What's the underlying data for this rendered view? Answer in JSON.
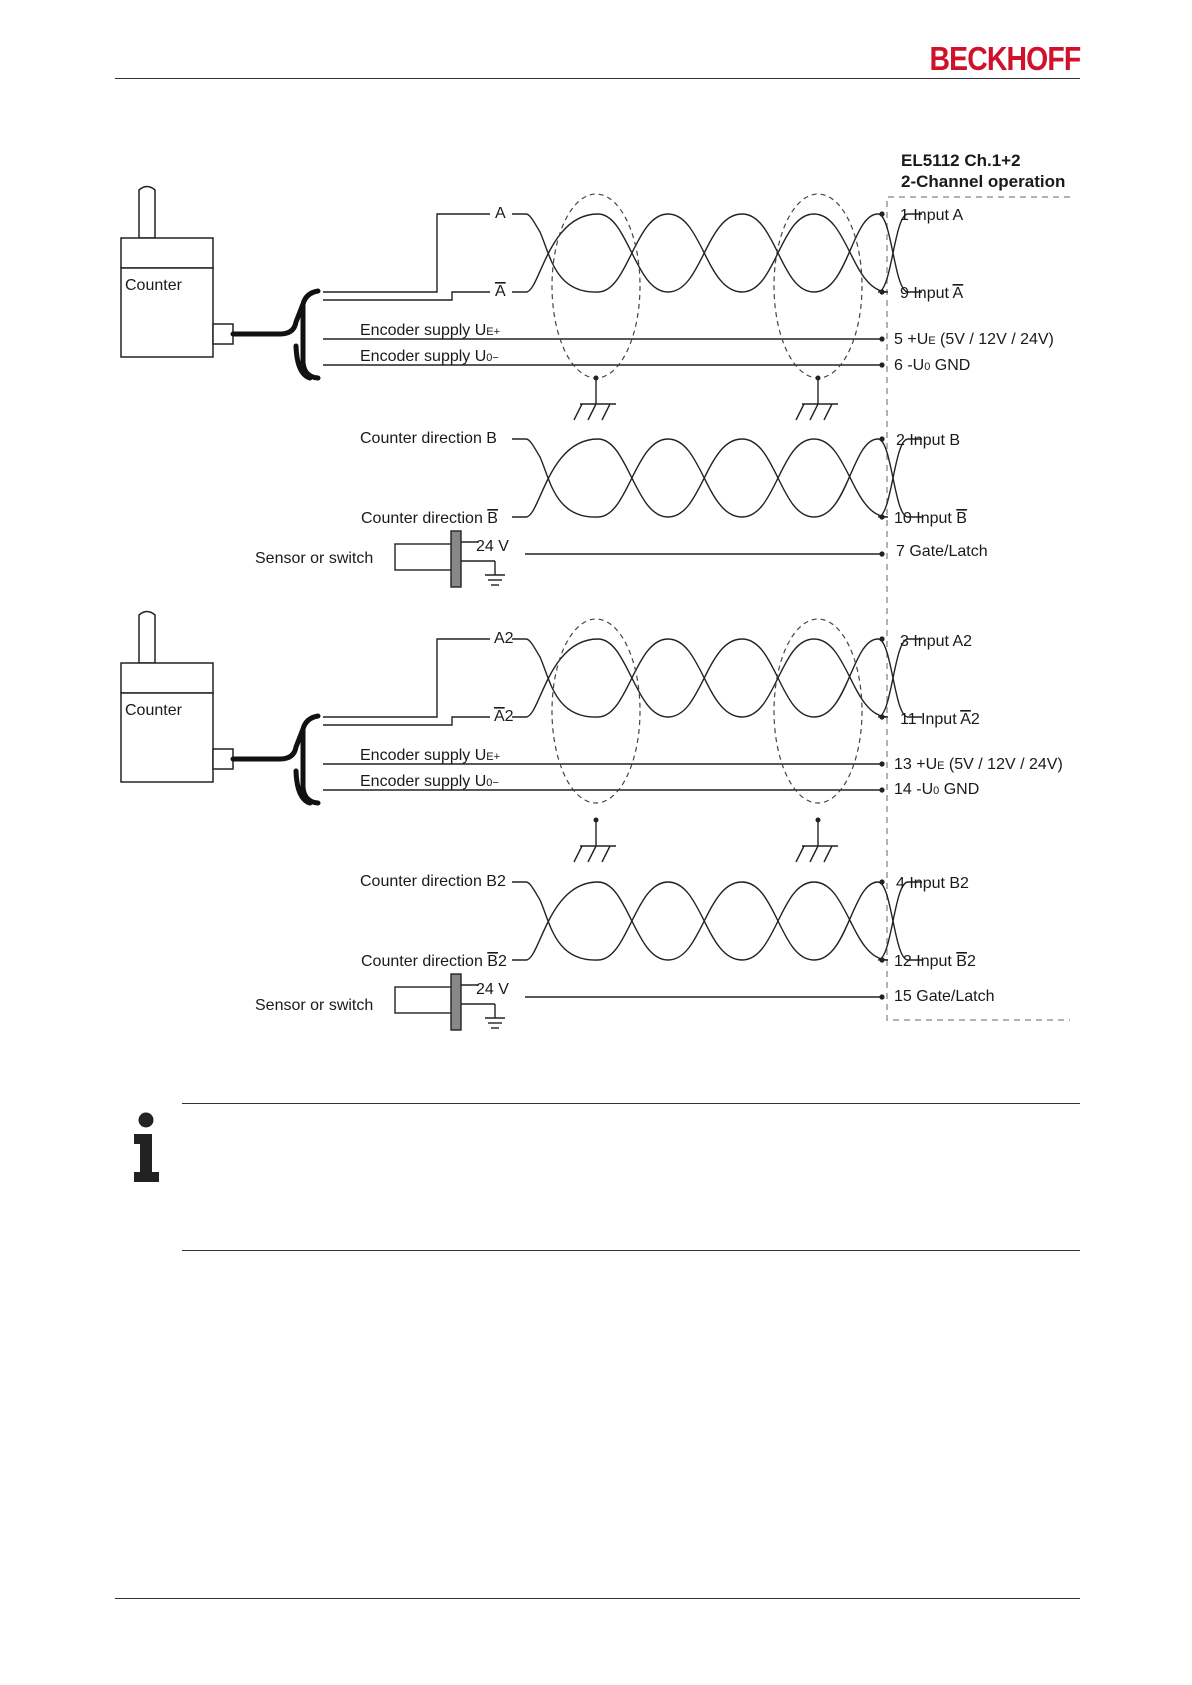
{
  "header": {
    "brand": "BECKHOFF"
  },
  "diagram": {
    "title_line1": "EL5112 Ch.1+2",
    "title_line2": "2-Channel operation",
    "encoder1_label": "Counter",
    "encoder2_label": "Counter",
    "ch1": {
      "signal_a": "A",
      "signal_a_inv": "A",
      "supply_plus": "Encoder supply U",
      "supply_plus_sub": "E+",
      "supply_minus": "Encoder supply U",
      "supply_minus_sub": "0−",
      "dir_b": "Counter direction  B",
      "dir_b_inv_prefix": "Counter direction ",
      "dir_b_inv": "B",
      "sensor": "Sensor or switch",
      "volt": "24 V",
      "t1": "1  Input A",
      "t9_prefix": "9  Input ",
      "t9_sig": "A",
      "t5_prefix": "5  +U",
      "t5_sub": "E",
      "t5_suffix": " (5V / 12V / 24V)",
      "t6_prefix": "6  -U",
      "t6_sub": "0",
      "t6_suffix": "  GND",
      "t2": "2  Input B",
      "t10_prefix": "10 Input ",
      "t10_sig": "B",
      "t7": "7  Gate/Latch"
    },
    "ch2": {
      "signal_a": "A2",
      "signal_a_inv": "A",
      "signal_a_inv_suffix": "2",
      "supply_plus": "Encoder supply U",
      "supply_plus_sub": "E+",
      "supply_minus": "Encoder supply U",
      "supply_minus_sub": "0−",
      "dir_b": "Counter direction  B2",
      "dir_b_inv_prefix": "Counter direction ",
      "dir_b_inv": "B",
      "dir_b_inv_suffix": "2",
      "sensor": "Sensor or switch",
      "volt": "24 V",
      "t3": "3  Input A2",
      "t11_prefix": "11  Input ",
      "t11_sig": "A",
      "t11_suffix": "2",
      "t13_prefix": "13  +U",
      "t13_sub": "E",
      "t13_suffix": " (5V / 12V / 24V)",
      "t14_prefix": "14  -U",
      "t14_sub": "0",
      "t14_suffix": "  GND",
      "t4": "4  Input B2",
      "t12_prefix": "12 Input ",
      "t12_sig": "B",
      "t12_suffix": "2",
      "t15": "15 Gate/Latch"
    }
  },
  "note": {
    "icon": "info-icon"
  }
}
